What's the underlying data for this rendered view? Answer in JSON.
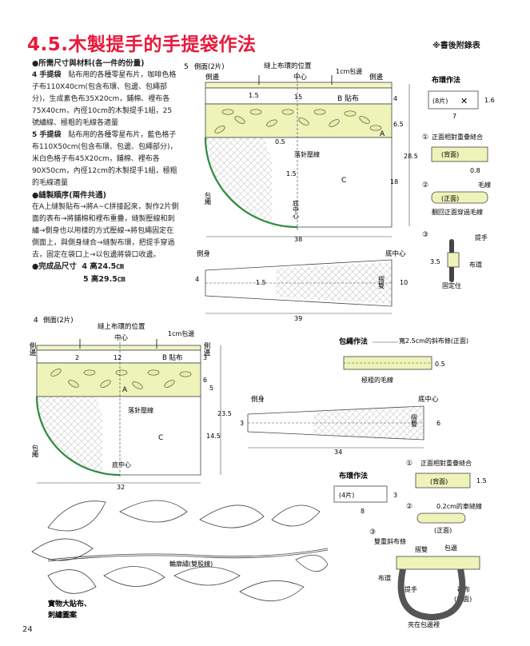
{
  "page": {
    "title": "4.5.木製提手的手提袋作法",
    "note": "※書後附錄表",
    "page_number": "24"
  },
  "intro": {
    "materials_heading": "●所需尺寸與材料(各一件的份量)",
    "mat4_label": "4 手提袋",
    "mat4_text": "貼布用的各種零星布片，咖啡色格子布110X40cm(包含布環、包邊、包繩部分)，生成素色布35X20cm，鋪棉、裡布各75X40cm，內徑10cm的木製提手1組，25號繡線、極粗的毛線各適量",
    "mat5_label": "5 手提袋",
    "mat5_text": "貼布用的各種零星布片，藍色格子布110X50cm(包含布環、包邊、包繩部分)，米白色格子布45X20cm，鋪棉、裡布各90X50cm，內徑12cm的木製提手1組，極粗的毛線適量",
    "steps_heading": "●縫製順序(兩件共通)",
    "steps_text": "在A上縫製貼布→將A~C拼接起來，製作2片側面的表布→將鋪棉和裡布重疊，縫製壓線和刺繡→側身也以用樣的方式壓線→將包繩固定在側面上，與側身縫合→縫製布環，把提手穿過去，固定在袋口上→以包邊將袋口收邊。",
    "size_heading": "●完成品尺寸",
    "size4": "4 高24.5㎝",
    "size5": "5 高29.5㎝"
  },
  "diagram5": {
    "num": "5",
    "side_label": "側面(2片)",
    "handle_pos": "縫上布環的位置",
    "binding_1cm": "1cm包邊",
    "side_edge_l": "側邊",
    "side_edge_r": "側邊",
    "center": "中心",
    "dim_15a": "1.5",
    "dim_15b": "15",
    "dim_4": "4",
    "dim_65": "6.5",
    "dim_05": "0.5",
    "dim_285": "28.5",
    "dim_18": "18",
    "dim_15c": "1.5",
    "dim_38": "38",
    "label_B": "B 貼布",
    "label_A": "A",
    "label_C": "C",
    "quilt": "落針壓線",
    "bottom_center": "底中心",
    "piping": "包繩"
  },
  "gusset5": {
    "label": "側身",
    "bottom_center": "底中心",
    "dim_4": "4",
    "dim_15": "1.5",
    "dim_10": "10",
    "dim_39": "39",
    "fold": "摺雙"
  },
  "loop5": {
    "title": "布環作法",
    "pieces": "(8片)",
    "dim_16": "1.6",
    "dim_7": "7",
    "step1": "正面相對重疊縫合",
    "back": "(背面)",
    "dim_08": "0.8",
    "step2_label": "(正面)",
    "yarn": "毛線",
    "step2": "翻回正面穿過毛線",
    "handle": "提手",
    "ring": "布環",
    "dim_35": "3.5",
    "fix": "固定住"
  },
  "diagram4": {
    "num": "4",
    "side_label": "側面(2片)",
    "handle_pos": "縫上布環的位置",
    "binding_1cm": "1cm包邊",
    "side_edge_l": "側邊",
    "side_edge_r": "側邊",
    "center": "中心",
    "dim_2": "2",
    "dim_12": "12",
    "dim_3": "3",
    "dim_6": "6",
    "dim_5": "5",
    "dim_235": "23.5",
    "dim_145": "14.5",
    "dim_32": "32",
    "label_B": "B 貼布",
    "label_A": "A",
    "label_C": "C",
    "quilt": "落針壓線",
    "bottom_center": "底中心",
    "piping": "包繩"
  },
  "piping": {
    "title": "包繩作法",
    "bias": "寬2.5cm的斜布條(正面)",
    "dim_05": "0.5",
    "yarn": "極粗的毛線"
  },
  "gusset4": {
    "label": "側身",
    "bottom_center": "底中心",
    "dim_3": "3",
    "dim_6": "6",
    "dim_34": "34",
    "fold": "摺雙"
  },
  "loop4": {
    "title": "布環作法",
    "pieces": "(4片)",
    "dim_3": "3",
    "dim_8": "8",
    "step1": "正面相對重疊縫合",
    "back": "(背面)",
    "dim_15": "1.5",
    "step2": "0.2cm的車縫線",
    "front": "(正面)",
    "bias": "雙重斜布條",
    "fold": "摺雙",
    "binding": "包邊",
    "ring": "布環",
    "handle": "提手",
    "lining": "裡布",
    "lining2": "(背面)",
    "clip": "夾在包邊裡"
  },
  "pattern": {
    "applique": "貼布",
    "outline": "輪廓繡(雙股線)",
    "caption1": "實物大貼布、",
    "caption2": "刺繡圖案"
  }
}
